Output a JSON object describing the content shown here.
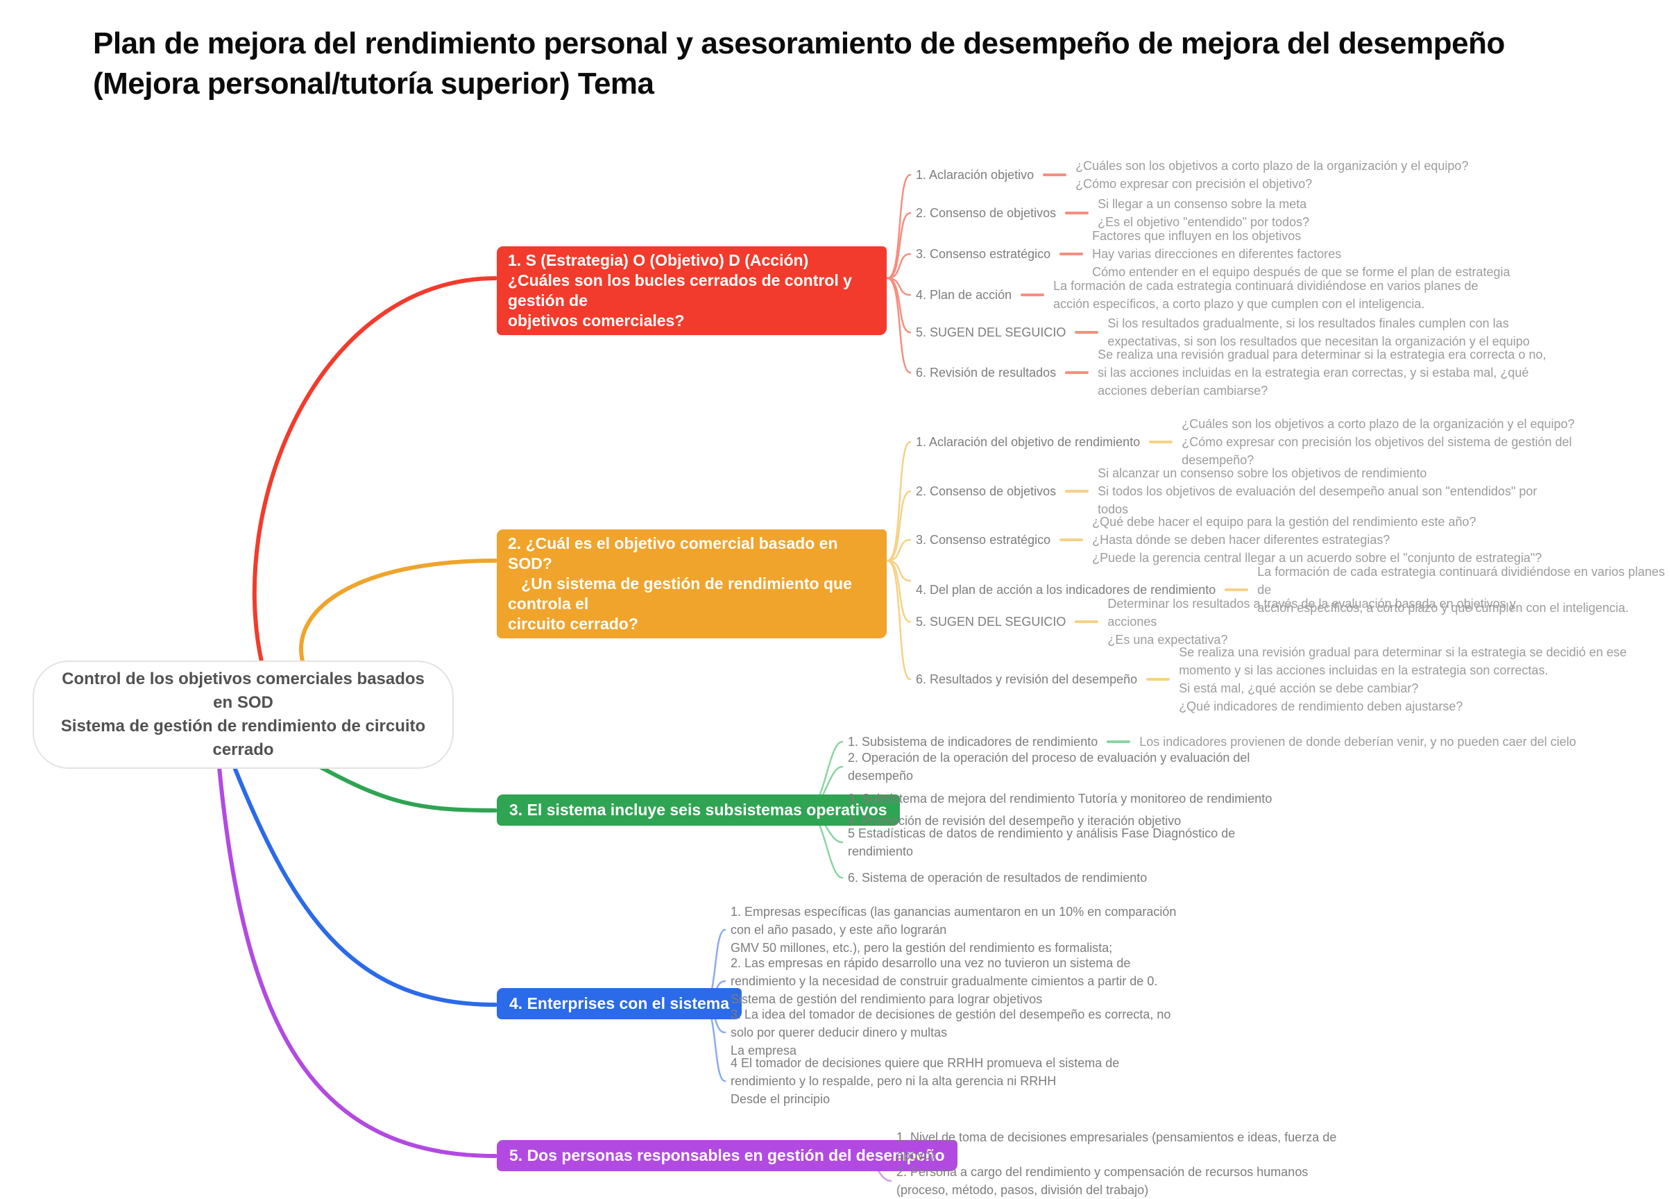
{
  "title": "Plan de mejora del rendimiento personal y asesoramiento de desempeño de mejora del desempeño\n(Mejora personal/tutoría superior) Tema",
  "colors": {
    "red": "#f23b2c",
    "red-light": "#f78d7f",
    "orange": "#f0a42c",
    "orange-light": "#f6d186",
    "green": "#2fa452",
    "green-light": "#8bd4a2",
    "blue": "#2b6ae8",
    "blue-light": "#8aabf0",
    "purple": "#b24ae2",
    "purple-light": "#d29af0",
    "ink": "#515151",
    "label": "#7d7d7d",
    "detail": "#9c9c9c"
  },
  "root": {
    "label": "Control de los objetivos comerciales basados\nen SOD\nSistema de gestión de rendimiento de circuito\ncerrado"
  },
  "branches": [
    {
      "name": "branch-1-sod",
      "label": "1. S (Estrategia) O (Objetivo) D (Acción)\n¿Cuáles son los bucles cerrados de control y gestión de\nobjetivos comerciales?",
      "items": [
        {
          "label": "1. Aclaración objetivo",
          "detail": "¿Cuáles son los objetivos a corto plazo de la organización y el equipo?\n¿Cómo expresar con precisión el objetivo?"
        },
        {
          "label": "2. Consenso de objetivos",
          "detail": "Si llegar a un consenso sobre la meta\n¿Es el objetivo \"entendido\" por todos?"
        },
        {
          "label": "3. Consenso estratégico",
          "detail": "Factores que influyen en los objetivos\nHay varias direcciones en diferentes factores\nCómo entender en el equipo después de que se forme el plan de estrategia"
        },
        {
          "label": "4. Plan de acción",
          "detail": "La formación de cada estrategia continuará dividiéndose en varios planes de\nacción específicos, a corto plazo y que cumplen con el inteligencia."
        },
        {
          "label": "5. SUGEN DEL SEGUICIO",
          "detail": "Si los resultados gradualmente, si los resultados finales cumplen con las\nexpectativas, si son los resultados que necesitan la organización y el equipo"
        },
        {
          "label": "6. Revisión de resultados",
          "detail": "Se realiza una revisión gradual para determinar si la estrategia era correcta o no,\nsi las acciones incluidas en la estrategia eran correctas, y si estaba mal, ¿qué\nacciones deberían cambiarse?"
        }
      ]
    },
    {
      "name": "branch-2-objetivo-comercial",
      "label": "2. ¿Cuál es el objetivo comercial basado en SOD?\n   ¿Un sistema de gestión de rendimiento que controla el\ncircuito cerrado?",
      "items": [
        {
          "label": "1. Aclaración del objetivo de rendimiento",
          "detail": "¿Cuáles son los objetivos a corto plazo de la organización y el equipo?\n¿Cómo expresar con precisión los objetivos del sistema de gestión del\ndesempeño?"
        },
        {
          "label": "2. Consenso de objetivos",
          "detail": "Si alcanzar un consenso sobre los objetivos de rendimiento\nSi todos los objetivos de evaluación del desempeño anual son \"entendidos\" por\ntodos"
        },
        {
          "label": "3. Consenso estratégico",
          "detail": "¿Qué debe hacer el equipo para la gestión del rendimiento este año?\n¿Hasta dónde se deben hacer diferentes estrategias?\n¿Puede la gerencia central llegar a un acuerdo sobre el \"conjunto de estrategia\"?"
        },
        {
          "label": "4. Del plan de acción a los indicadores de rendimiento",
          "detail": "La formación de cada estrategia continuará dividiéndose en varios planes de\nacción específicos, a corto plazo y que cumplen con el inteligencia."
        },
        {
          "label": "5. SUGEN DEL SEGUICIO",
          "detail": "Determinar los resultados a través de la evaluación basada en objetivos y\nacciones\n¿Es una expectativa?"
        },
        {
          "label": "6. Resultados y revisión del desempeño",
          "detail": "Se realiza una revisión gradual para determinar si la estrategia se decidió en ese\nmomento y si las acciones incluidas en la estrategia son correctas.\nSi está mal, ¿qué acción se debe cambiar?\n¿Qué indicadores de rendimiento deben ajustarse?"
        }
      ]
    },
    {
      "name": "branch-3-subsistemas",
      "label": "3. El sistema incluye seis subsistemas operativos",
      "items": [
        {
          "label": "1. Subsistema de indicadores de rendimiento",
          "detail": "Los indicadores provienen de donde deberían venir, y no pueden caer del cielo"
        },
        {
          "label": "2. Operación de la operación del proceso de evaluación y evaluación del\ndesempeño"
        },
        {
          "label": "3. Subsistema de mejora del rendimiento Tutoría y monitoreo de rendimiento"
        },
        {
          "label": "4. Promoción de revisión del desempeño y iteración objetivo"
        },
        {
          "label": "5 Estadísticas de datos de rendimiento y análisis Fase Diagnóstico de\nrendimiento"
        },
        {
          "label": "6. Sistema de operación de resultados de rendimiento"
        }
      ]
    },
    {
      "name": "branch-4-enterprises",
      "label": "4. Enterprises con el sistema",
      "items": [
        {
          "label": "1. Empresas específicas (las ganancias aumentaron en un 10% en comparación\ncon el año pasado, y este año lograrán\nGMV 50 millones, etc.), pero la gestión del rendimiento es formalista;"
        },
        {
          "label": "2. Las empresas en rápido desarrollo una vez no tuvieron un sistema de\nrendimiento y la necesidad de construir gradualmente cimientos a partir de 0.\nSistema de gestión del rendimiento para lograr objetivos"
        },
        {
          "label": "3. La idea del tomador de decisiones de gestión del desempeño es correcta, no\nsolo por querer deducir dinero y multas\nLa empresa"
        },
        {
          "label": "4 El tomador de decisiones quiere que RRHH promueva el sistema de\nrendimiento y lo respalde, pero ni la alta gerencia ni RRHH\nDesde el principio"
        }
      ]
    },
    {
      "name": "branch-5-responsables",
      "label": "5. Dos personas responsables en gestión del desempeño",
      "items": [
        {
          "label": "1. Nivel de toma de decisiones empresariales (pensamientos e ideas, fuerza de\napoyo)"
        },
        {
          "label": "2. Persona a cargo del rendimiento y compensación de recursos humanos\n(proceso, método, pasos, división del trabajo)"
        }
      ]
    }
  ]
}
